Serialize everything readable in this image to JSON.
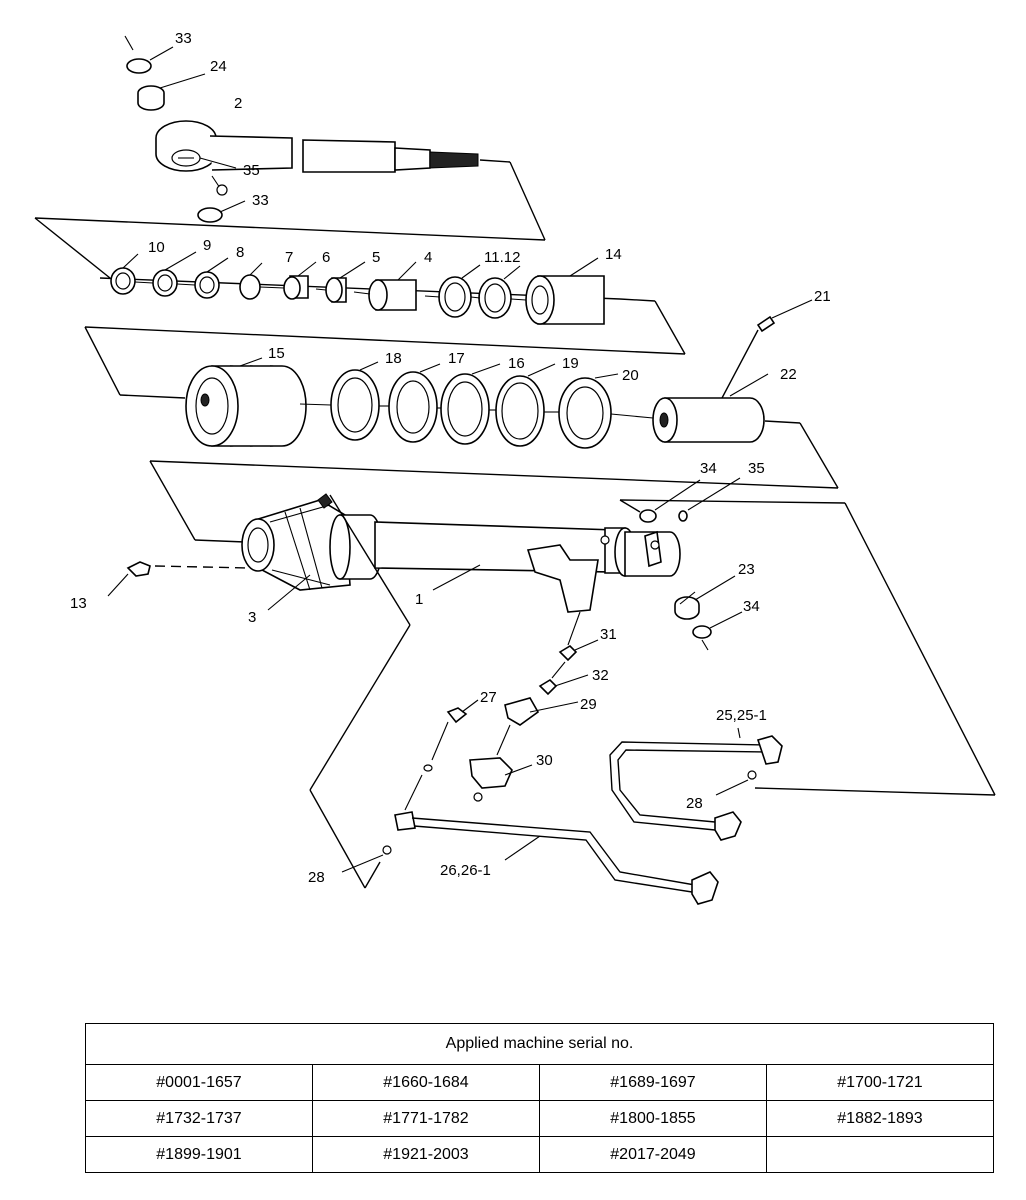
{
  "callouts": [
    {
      "id": "c33a",
      "label": "33"
    },
    {
      "id": "c24",
      "label": "24"
    },
    {
      "id": "c2",
      "label": "2"
    },
    {
      "id": "c35a",
      "label": "35"
    },
    {
      "id": "c33b",
      "label": "33"
    },
    {
      "id": "c10",
      "label": "10"
    },
    {
      "id": "c9",
      "label": "9"
    },
    {
      "id": "c8",
      "label": "8"
    },
    {
      "id": "c7",
      "label": "7"
    },
    {
      "id": "c6",
      "label": "6"
    },
    {
      "id": "c5",
      "label": "5"
    },
    {
      "id": "c4",
      "label": "4"
    },
    {
      "id": "c1112",
      "label": "11.12"
    },
    {
      "id": "c14",
      "label": "14"
    },
    {
      "id": "c21",
      "label": "21"
    },
    {
      "id": "c15",
      "label": "15"
    },
    {
      "id": "c18",
      "label": "18"
    },
    {
      "id": "c17",
      "label": "17"
    },
    {
      "id": "c16",
      "label": "16"
    },
    {
      "id": "c19",
      "label": "19"
    },
    {
      "id": "c20",
      "label": "20"
    },
    {
      "id": "c22",
      "label": "22"
    },
    {
      "id": "c34a",
      "label": "34"
    },
    {
      "id": "c35b",
      "label": "35"
    },
    {
      "id": "c13",
      "label": "13"
    },
    {
      "id": "c3",
      "label": "3"
    },
    {
      "id": "c1",
      "label": "1"
    },
    {
      "id": "c23",
      "label": "23"
    },
    {
      "id": "c34b",
      "label": "34"
    },
    {
      "id": "c31",
      "label": "31"
    },
    {
      "id": "c32",
      "label": "32"
    },
    {
      "id": "c27",
      "label": "27"
    },
    {
      "id": "c29",
      "label": "29"
    },
    {
      "id": "c2525",
      "label": "25,25-1"
    },
    {
      "id": "c30",
      "label": "30"
    },
    {
      "id": "c28a",
      "label": "28"
    },
    {
      "id": "c2626",
      "label": "26,26-1"
    },
    {
      "id": "c28b",
      "label": "28"
    }
  ],
  "serial_table": {
    "header": "Applied machine serial no.",
    "rows": [
      [
        "#0001-1657",
        "#1660-1684",
        "#1689-1697",
        "#1700-1721"
      ],
      [
        "#1732-1737",
        "#1771-1782",
        "#1800-1855",
        "#1882-1893"
      ],
      [
        "#1899-1901",
        "#1921-2003",
        "#2017-2049",
        ""
      ]
    ]
  }
}
